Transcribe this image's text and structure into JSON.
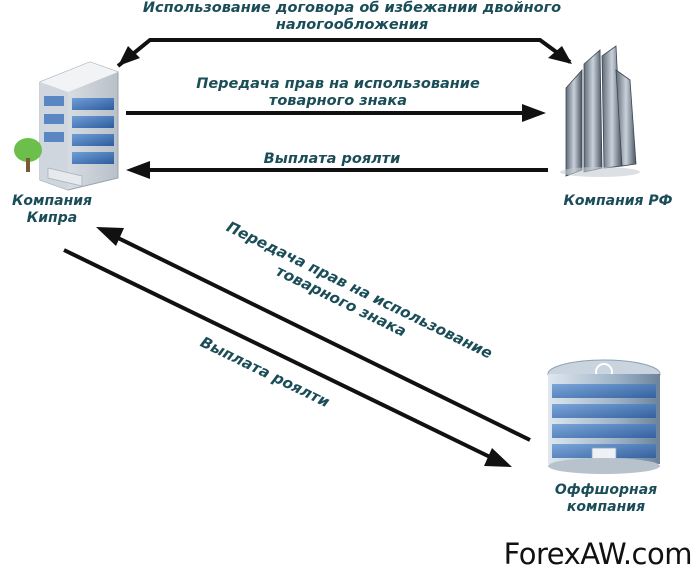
{
  "labels": {
    "treaty_line1": "Использование договора об избежании двойного",
    "treaty_line2": "налогообложения",
    "transfer_top_line1": "Передача прав на использование",
    "transfer_top_line2": "товарного знака",
    "royalty_top": "Выплата роялти",
    "transfer_diag_line1": "Передача прав на использование",
    "transfer_diag_line2": "товарного знака",
    "royalty_diag": "Выплата роялти"
  },
  "companies": {
    "cyprus_line1": "Компания",
    "cyprus_line2": "Кипра",
    "rf": "Компания РФ",
    "offshore_line1": "Оффшорная",
    "offshore_line2": "компания"
  },
  "watermark": "ForexAW.com",
  "colors": {
    "text": "#1a4d57",
    "arrow": "#111111",
    "glass": "#3f6fb3"
  }
}
